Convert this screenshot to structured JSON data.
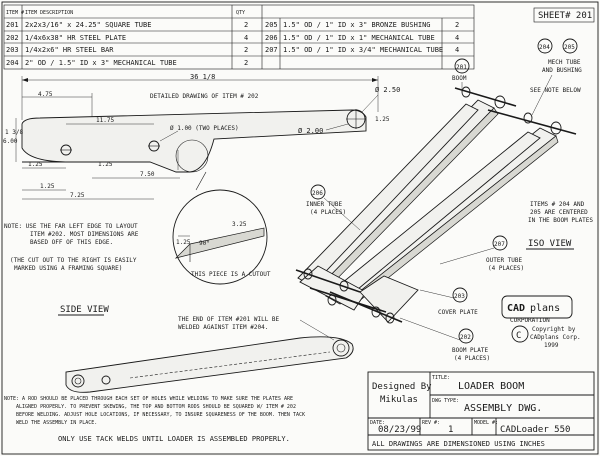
{
  "parts_table": {
    "headers": [
      "ITEM #",
      "ITEM DESCRIPTION",
      "QTY"
    ],
    "left_rows": [
      {
        "item": "201",
        "desc": "2x2x3/16\" x 24.25\" SQUARE TUBE",
        "qty": "2"
      },
      {
        "item": "202",
        "desc": "1/4x6x38\" HR STEEL PLATE",
        "qty": "4"
      },
      {
        "item": "203",
        "desc": "1/4x2x6\" HR STEEL BAR",
        "qty": "2"
      },
      {
        "item": "204",
        "desc": "2\" OD / 1.5\" ID x 3\" MECHANICAL TUBE",
        "qty": "2"
      }
    ],
    "right_rows": [
      {
        "item": "205",
        "desc": "1.5\" OD / 1\" ID x 3\" BRONZE BUSHING",
        "qty": "2"
      },
      {
        "item": "206",
        "desc": "1.5\" OD / 1\" ID x 1\" MECHANICAL TUBE",
        "qty": "4"
      },
      {
        "item": "207",
        "desc": "1.5\" OD / 1\" ID x 3/4\" MECHANICAL TUBE",
        "qty": "4"
      }
    ]
  },
  "sheet_label": "SHEET# 201",
  "detail": {
    "title": "DETAILED DRAWING OF ITEM # 202",
    "dim_total": "36 1/8",
    "dim_top_left": "4.75",
    "dim_right_hole": "Ø 2.50",
    "dim_right_offset": "1.25",
    "dim_left_height_a": "1 3/8",
    "dim_left_height_b": "6.00",
    "dim_mid": "11.75",
    "dim_small_hole": "Ø 1.00  (TWO PLACES)",
    "dim_big_hole": "Ø 2.00",
    "dim_bottom_a": "1.25",
    "dim_bottom_b": "1.25",
    "dim_bottom_c": "7.25",
    "dim_bottom_d": "1.25",
    "dim_cut_run": "7.50",
    "note_left_1": "NOTE:  USE THE FAR LEFT EDGE TO LAYOUT",
    "note_left_2": "ITEM #202.  MOST DIMENSIONS ARE",
    "note_left_3": "BASED OFF OF THIS EDGE.",
    "note_cut_1": "(THE CUT OUT TO THE RIGHT IS EASILY",
    "note_cut_2": "MARKED USING A FRAMING SQUARE)"
  },
  "cutout": {
    "dim_width": "3.25",
    "dim_height": "1.25",
    "angle": "90°",
    "label": "THIS PIECE IS A CUTOUT"
  },
  "side_view": {
    "title": "SIDE VIEW",
    "note_1": "THE END OF ITEM #201 WILL BE",
    "note_2": "WELDED AGAINST ITEM #204."
  },
  "iso": {
    "title": "ISO VIEW",
    "callouts": [
      {
        "id": "201",
        "text": "BOOM"
      },
      {
        "id": "204",
        "text": "204"
      },
      {
        "id": "205",
        "text": "205"
      },
      {
        "id": "206",
        "text": "INNER TUBE (4 PLACES)"
      },
      {
        "id": "207",
        "text": "OUTER TUBE (4 PLACES)"
      },
      {
        "id": "203",
        "text": "COVER PLATE"
      },
      {
        "id": "202",
        "text": "BOOM PLATE (4 PLACES)"
      }
    ],
    "mech_tube_1": "MECH TUBE",
    "mech_tube_2": "AND BUSHING",
    "see_note": "SEE NOTE BELOW",
    "note_r_1": "ITEMS # 204 AND",
    "note_r_2": "205 ARE CENTERED",
    "note_r_3": "IN THE BOOM PLATES"
  },
  "bottom_note": {
    "line_1": "NOTE:  A ROD SHOULD BE PLACED THROUGH EACH SET OF HOLES WHILE WELDING TO MAKE SURE THE PLATES ARE",
    "line_2": "ALIGNED PROPERLY.  TO PREVENT SKEWING, THE TOP AND BOTTOM RODS SHOULD BE SQUARED W/ ITEM # 202",
    "line_3": "BEFORE WELDING.  ADJUST HOLE LOCATIONS, IF NECESSARY, TO INSURE SQUARENESS OF THE BOOM.  THEN TACK",
    "line_4": "WELD THE ASSEMBLY IN PLACE.",
    "tack": "ONLY USE TACK WELDS UNTIL LOADER IS ASSEMBLED PROPERLY."
  },
  "logo": {
    "brand_a": "CAD",
    "brand_b": "plans",
    "brand_c": "CORPORATION",
    "copy_1": "Copyright by",
    "copy_2": "CADplans Corp.",
    "copy_3": "1999",
    "c_mark": "C"
  },
  "title_block": {
    "designed_label": "Designed By",
    "designed_value": "Mikulas",
    "title_label": "TITLE:",
    "title_value": "LOADER BOOM",
    "dwg_label": "DWG TYPE:",
    "dwg_value": "ASSEMBLY DWG.",
    "date_label": "DATE:",
    "date_value": "08/23/99",
    "rev_label": "REV #:",
    "rev_value": "1",
    "model_label": "MODEL #:",
    "model_value": "CADLoader 550",
    "footer": "ALL DRAWINGS ARE DIMENSIONED USING INCHES"
  }
}
